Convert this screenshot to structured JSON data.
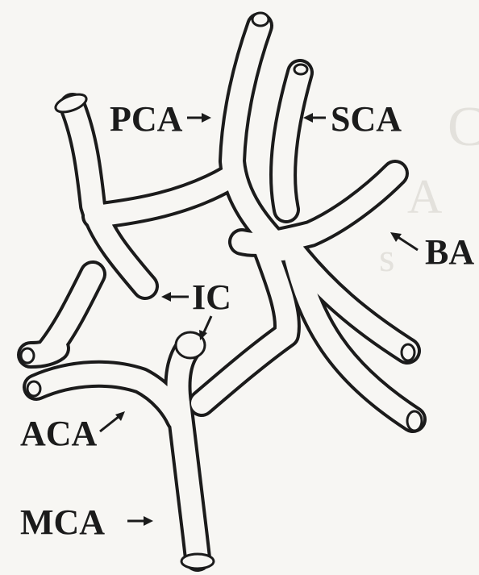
{
  "figure": {
    "labels": {
      "pca": "PCA",
      "sca": "SCA",
      "ba": "BA",
      "ic": "IC",
      "aca": "ACA",
      "mca": "MCA"
    }
  },
  "colors": {
    "ink": "#1b1b1b",
    "paper": "#f7f6f3",
    "bleed_through": "#e3e1dc"
  }
}
